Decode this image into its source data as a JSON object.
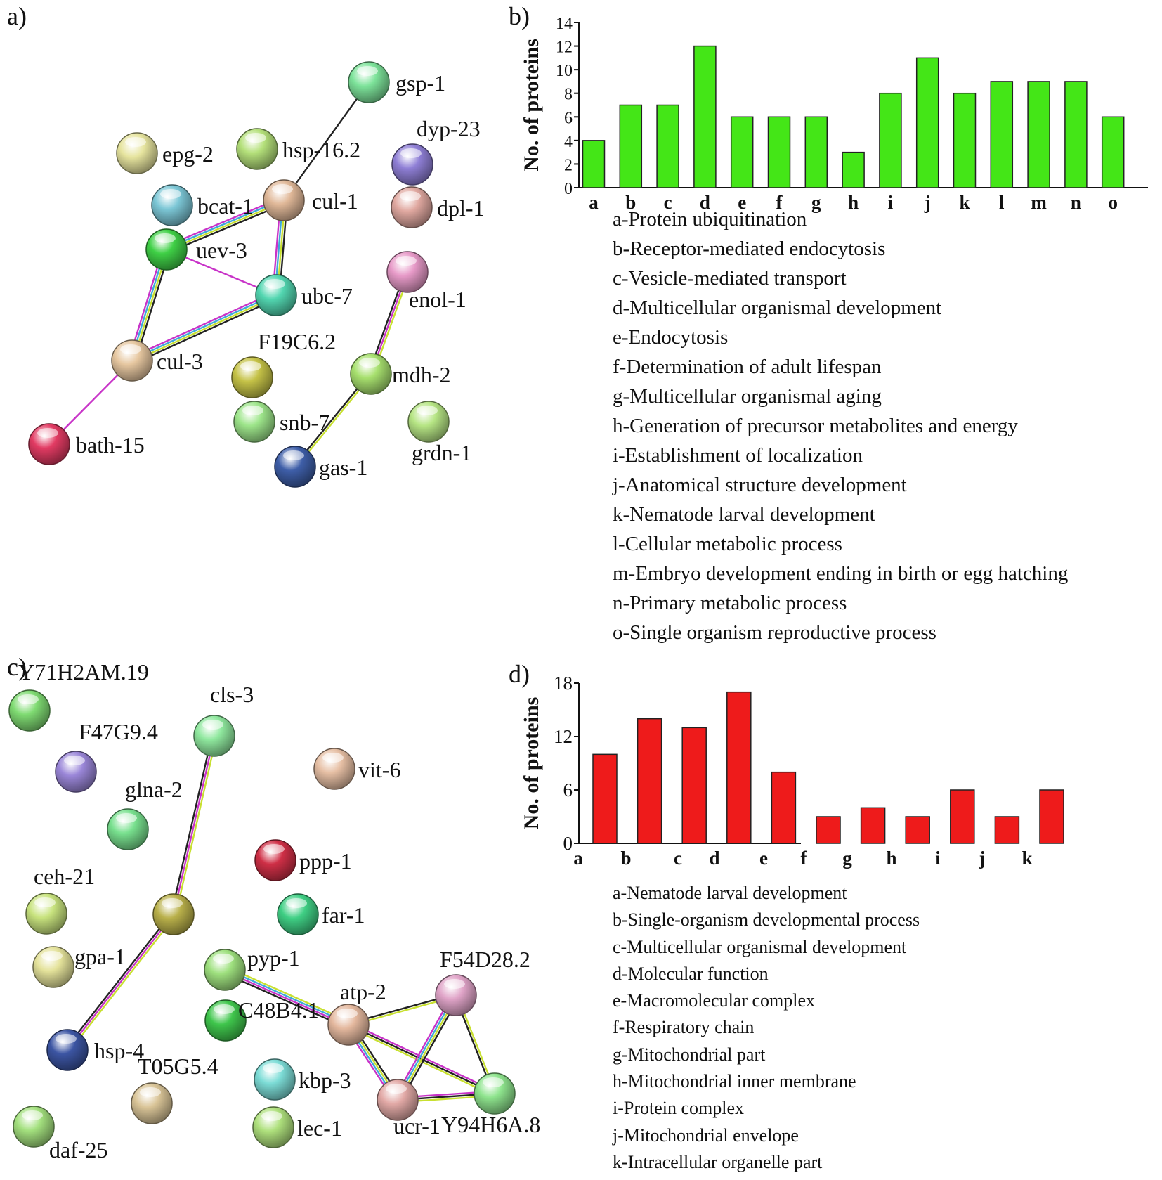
{
  "panels": {
    "a": "a)",
    "b": "b)",
    "c": "c)",
    "d": "d)"
  },
  "network_a": {
    "nodes": [
      {
        "label": "gsp-1",
        "color": "#7de39a"
      },
      {
        "label": "epg-2",
        "color": "#e6e49e"
      },
      {
        "label": "hsp-16.2",
        "color": "#b4e07a"
      },
      {
        "label": "dyp-23",
        "color": "#8f7fd6"
      },
      {
        "label": "bcat-1",
        "color": "#7cc7d6"
      },
      {
        "label": "cul-1",
        "color": "#e0b898"
      },
      {
        "label": "dpl-1",
        "color": "#e0a8a0"
      },
      {
        "label": "uev-3",
        "color": "#3fd046"
      },
      {
        "label": "ubc-7",
        "color": "#52d6b0"
      },
      {
        "label": "enol-1",
        "color": "#e79ac8"
      },
      {
        "label": "F19C6.2",
        "color": "#c5c247"
      },
      {
        "label": "cul-3",
        "color": "#e6c7a0"
      },
      {
        "label": "mdh-2",
        "color": "#a7e06e"
      },
      {
        "label": "snb-7",
        "color": "#9de58a"
      },
      {
        "label": "grdn-1",
        "color": "#b6e584"
      },
      {
        "label": "bath-15",
        "color": "#e23b63"
      },
      {
        "label": "gas-1",
        "color": "#3e5ea8"
      }
    ]
  },
  "network_c": {
    "nodes": [
      {
        "label": "Y71H2AM.19",
        "color": "#7fdb72"
      },
      {
        "label": "cls-3",
        "color": "#8fe89e"
      },
      {
        "label": "F47G9.4",
        "color": "#9a86d8"
      },
      {
        "label": "vit-6",
        "color": "#e6bfa4"
      },
      {
        "label": "glna-2",
        "color": "#78e08e"
      },
      {
        "label": "ppp-1",
        "color": "#cf2f46"
      },
      {
        "label": "ceh-21",
        "color": "#c8e37e"
      },
      {
        "label": "far-1",
        "color": "#3fcf84"
      },
      {
        "label": "gpa-1",
        "color": "#e4e29a"
      },
      {
        "label": "pyp-1",
        "color": "#9ee07e"
      },
      {
        "label": "F54D28.2",
        "color": "#e0a4c8"
      },
      {
        "label": "atp-2",
        "color": "#e4b89e"
      },
      {
        "label": "C48B4.1",
        "color": "#3fc64c"
      },
      {
        "label": "hsp-4",
        "color": "#3c55a3"
      },
      {
        "label": "kbp-3",
        "color": "#7cdcd6"
      },
      {
        "label": "T05G5.4",
        "color": "#d9c497"
      },
      {
        "label": "ucr-1",
        "color": "#e2a9a6"
      },
      {
        "label": "Y94H6A.8",
        "color": "#8ee48d"
      },
      {
        "label": "daf-25",
        "color": "#a3e07e"
      },
      {
        "label": "lec-1",
        "color": "#aee07c"
      },
      {
        "label": "",
        "color": "#b9b04a"
      }
    ]
  },
  "chart_data": [
    {
      "type": "bar",
      "ylabel": "No. of proteins",
      "color": "#44e617",
      "categories": [
        "a",
        "b",
        "c",
        "d",
        "e",
        "f",
        "g",
        "h",
        "i",
        "j",
        "k",
        "l",
        "m",
        "n",
        "o"
      ],
      "values": [
        4,
        7,
        7,
        12,
        6,
        6,
        6,
        3,
        8,
        11,
        8,
        9,
        9,
        9,
        6
      ],
      "ylim": [
        0,
        14
      ],
      "yticks": [
        "0",
        "2",
        "4",
        "6",
        "8",
        "10",
        "12",
        "14"
      ],
      "legend": [
        "a-Protein ubiquitination",
        "b-Receptor-mediated endocytosis",
        "c-Vesicle-mediated transport",
        "d-Multicellular organismal development",
        "e-Endocytosis",
        "f-Determination of adult lifespan",
        "g-Multicellular organismal aging",
        "h-Generation of precursor metabolites and energy",
        "i-Establishment of localization",
        "j-Anatomical structure development",
        "k-Nematode larval development",
        "l-Cellular metabolic process",
        "m-Embryo development ending in birth or egg hatching",
        "n-Primary metabolic process",
        "o-Single organism reproductive process"
      ]
    },
    {
      "type": "bar",
      "ylabel": "No. of proteins",
      "color": "#ee1b1b",
      "categories": [
        "a",
        "b",
        "c",
        "d",
        "e",
        "f",
        "g",
        "h",
        "i",
        "j",
        "k"
      ],
      "values": [
        10,
        14,
        13,
        17,
        8,
        3,
        4,
        3,
        6,
        3,
        6
      ],
      "ylim": [
        0,
        18
      ],
      "yticks": [
        "0",
        "6",
        "12",
        "18"
      ],
      "legend": [
        "a-Nematode larval development",
        "b-Single-organism developmental process",
        "c-Multicellular organismal development",
        "d-Molecular function",
        "e-Macromolecular complex",
        "f-Respiratory chain",
        "g-Mitochondrial part",
        "h-Mitochondrial inner membrane",
        "i-Protein complex",
        "j-Mitochondrial envelope",
        "k-Intracellular organelle part"
      ]
    }
  ]
}
